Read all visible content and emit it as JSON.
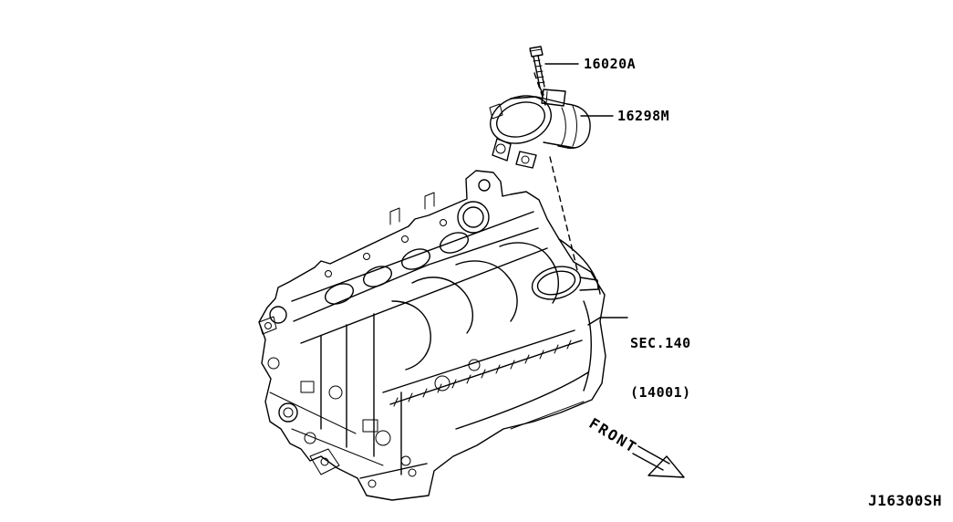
{
  "diagram": {
    "code": "J16300SH",
    "front_label": "FRONT",
    "section_ref": {
      "line1": "SEC.140",
      "line2": "(14001)"
    },
    "part_labels": {
      "bolt": "16020A",
      "throttle_body": "16298M"
    }
  },
  "icons": {
    "front_arrow": "front-direction-arrow"
  },
  "colors": {
    "ink": "#000000",
    "background": "#ffffff"
  }
}
